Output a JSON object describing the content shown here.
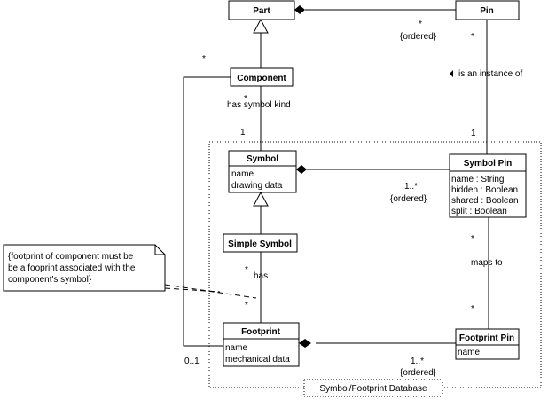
{
  "classes": {
    "part": {
      "name": "Part",
      "attributes": []
    },
    "pin": {
      "name": "Pin",
      "attributes": []
    },
    "component": {
      "name": "Component",
      "attributes": []
    },
    "symbol": {
      "name": "Symbol",
      "attributes": [
        "name",
        "drawing data"
      ]
    },
    "symbol_pin": {
      "name": "Symbol Pin",
      "attributes": [
        "name : String",
        "hidden : Boolean",
        "shared : Boolean",
        "split : Boolean"
      ]
    },
    "simple_symbol": {
      "name": "Simple Symbol",
      "attributes": []
    },
    "footprint": {
      "name": "Footprint",
      "attributes": [
        "name",
        "mechanical data"
      ]
    },
    "footprint_pin": {
      "name": "Footprint Pin",
      "attributes": [
        "name"
      ]
    }
  },
  "associations": {
    "part_pin": {
      "mult": "*",
      "constraint": "{ordered}"
    },
    "pin_symbolpin": {
      "label": "is an instance of",
      "mult_top": "*",
      "mult_bottom": "1"
    },
    "component_symbol": {
      "label": "has symbol kind",
      "mult_top": "*",
      "mult_bottom": "1"
    },
    "component_part": {
      "mult": "*"
    },
    "symbol_symbolpin": {
      "mult": "1..*",
      "constraint": "{ordered}"
    },
    "simplesymbol_footprint": {
      "label": "has",
      "mult_top": "*",
      "mult_bottom": "*"
    },
    "symbolpin_footprintpin": {
      "label": "maps to",
      "mult_top": "*",
      "mult_bottom": "*"
    },
    "footprint_footprintpin": {
      "mult": "1..*",
      "constraint": "{ordered}"
    },
    "component_footprint": {
      "mult": "0..1"
    }
  },
  "note": {
    "lines": [
      "{footprint of component must be",
      "be a fooprint associated with the",
      "component's symbol}"
    ]
  },
  "package": {
    "label": "Symbol/Footprint Database"
  }
}
